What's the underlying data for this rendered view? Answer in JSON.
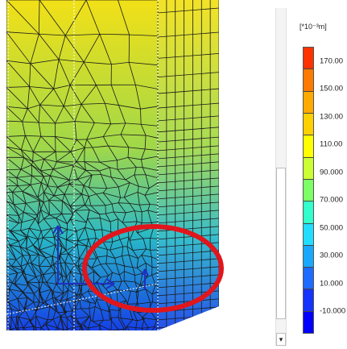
{
  "legend": {
    "unit_label": "[*10⁻³m]",
    "colors": [
      "#ff3300",
      "#ff7a00",
      "#ffaa00",
      "#ffd000",
      "#ffff00",
      "#ccff33",
      "#7dff66",
      "#33ffcc",
      "#22ddff",
      "#1aa8ff",
      "#1e6bff",
      "#1533ff",
      "#0000ff"
    ],
    "tick_labels": [
      "170.00",
      "150.00",
      "130.00",
      "110.00",
      "90.000",
      "70.000",
      "50.000",
      "30.000",
      "10.000",
      "-10.000"
    ]
  },
  "scrollbar": {
    "down_arrow": "▾"
  },
  "model": {
    "gradient_top": "#f2e017",
    "gradient_mid": "#9fd84a",
    "gradient_low": "#28b8c8",
    "gradient_bottom": "#1540e8",
    "mesh_color": "#1a1a1a",
    "highlight_color": "#e0161c",
    "axis_color": "#1f2fbf"
  }
}
